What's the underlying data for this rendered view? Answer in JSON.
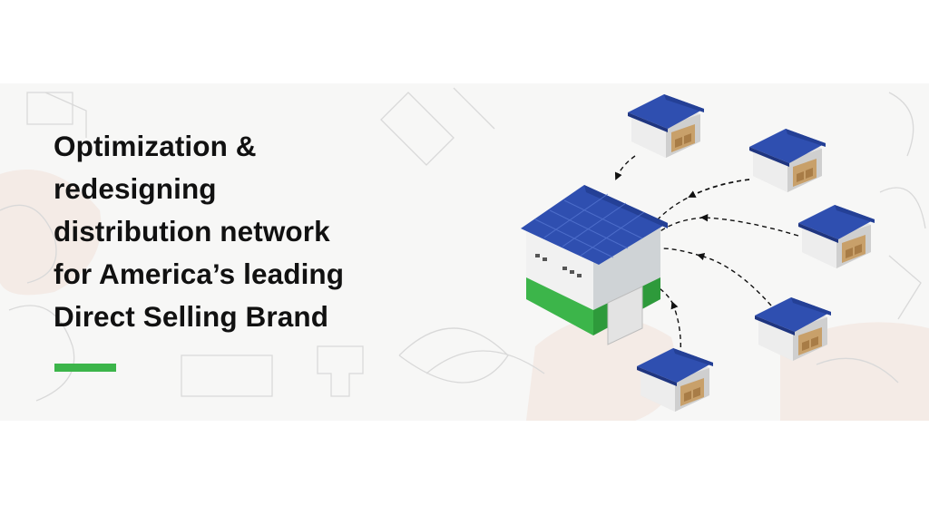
{
  "headline": {
    "lines": [
      "Optimization &",
      "redesigning",
      "distribution network",
      "for America’s leading",
      "Direct Selling Brand"
    ]
  },
  "colors": {
    "accent": "#3cb54a",
    "roof": "#2f4fb0",
    "wall": "#e6e6e6",
    "text": "#111111",
    "background": "#f7f7f6"
  },
  "icons": {
    "central": "central-warehouse-icon",
    "regional": "regional-warehouse-icon",
    "arrow": "dashed-arrow-icon"
  }
}
